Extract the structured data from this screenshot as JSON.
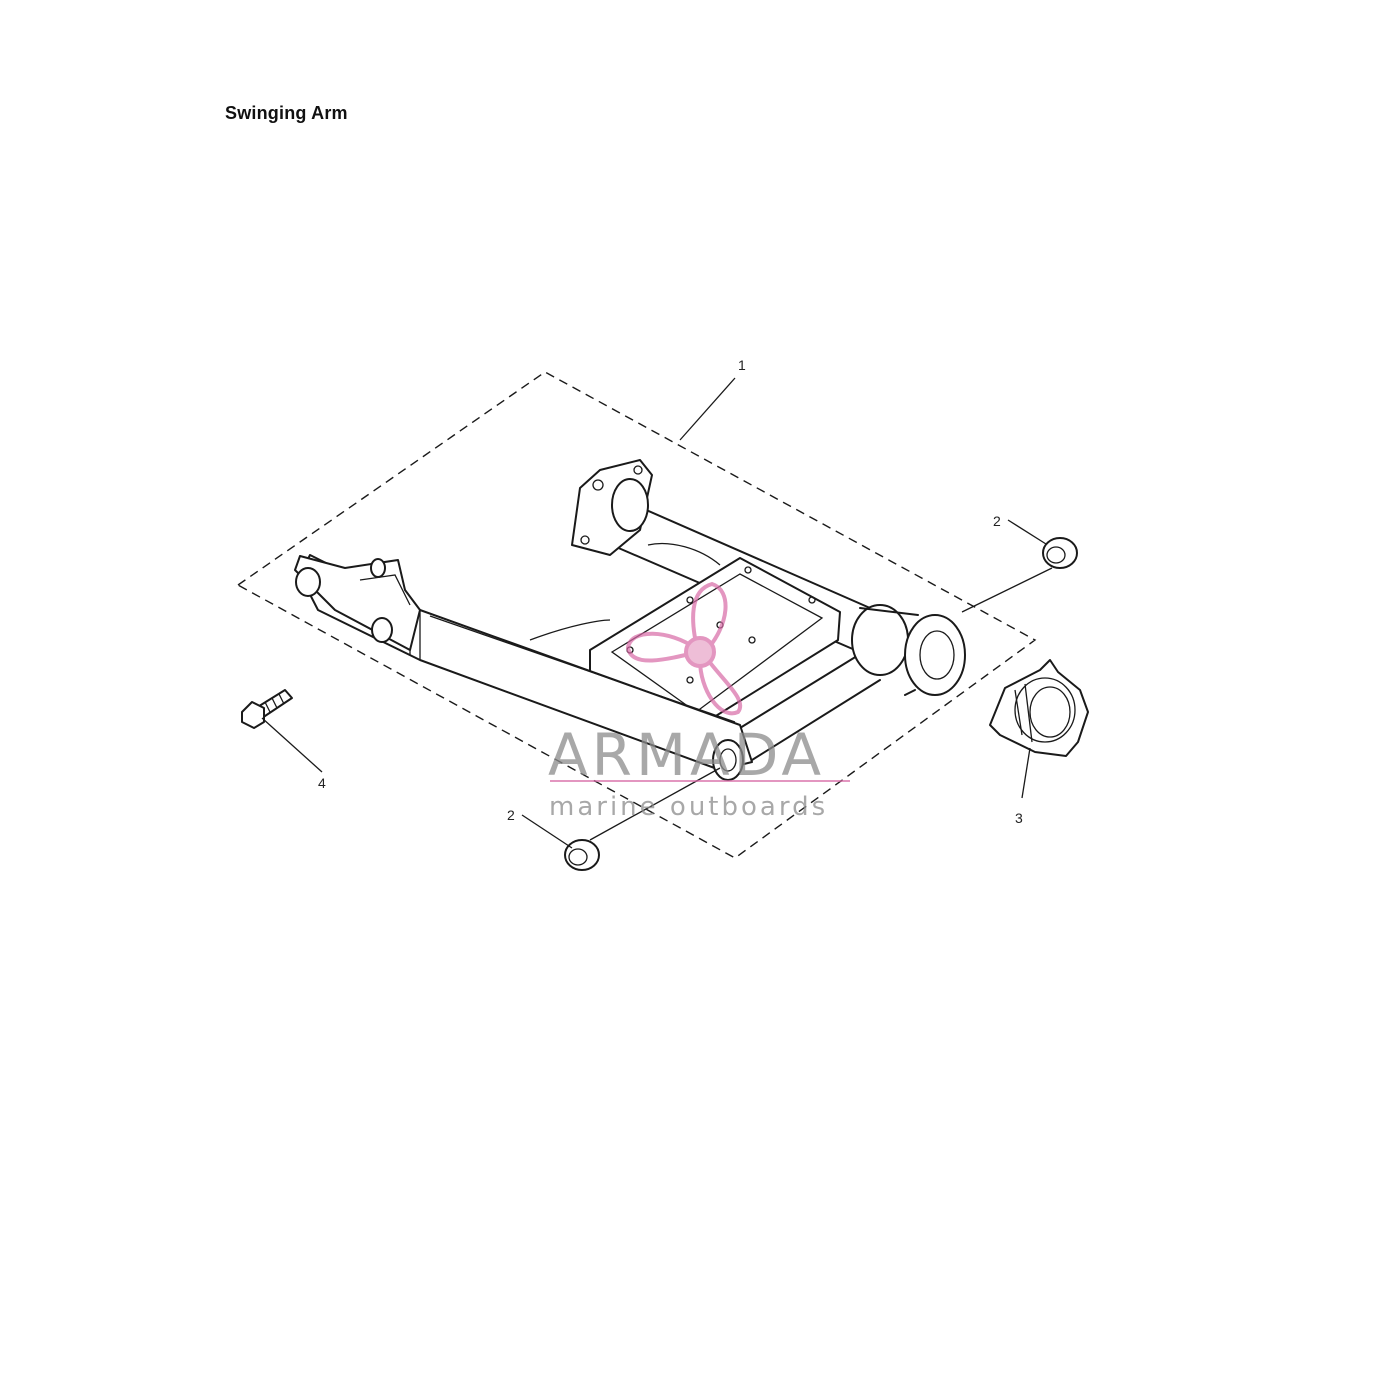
{
  "title": "Swinging Arm",
  "callouts": {
    "c1": "1",
    "c2a": "2",
    "c2b": "2",
    "c3": "3",
    "c4": "4"
  },
  "watermark": {
    "brand": "ARMADA",
    "tagline": "marine outboards",
    "accent_color": "#d86aa6",
    "text_color": "#8c8c8c"
  }
}
